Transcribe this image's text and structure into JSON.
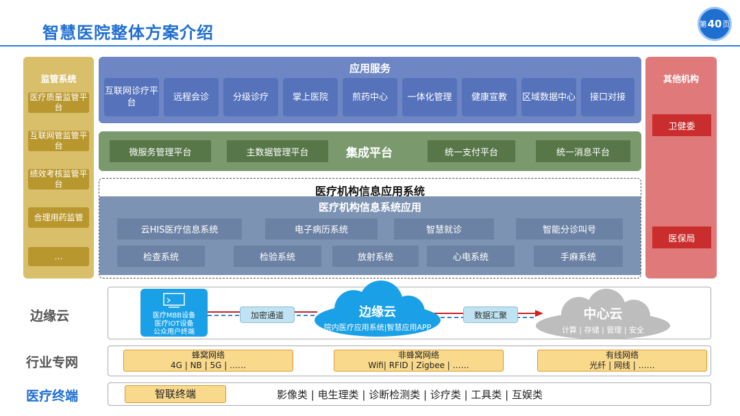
{
  "header": {
    "title": "智慧医院整体方案介绍",
    "page_prefix": "第",
    "page_number": "40",
    "page_suffix": "页"
  },
  "left_panel": {
    "title": "监管系统",
    "items": [
      "医疗质量监管平台",
      "互联网管监管平台",
      "绩效考核监管平台",
      "合理用药监管",
      "…"
    ]
  },
  "right_panel": {
    "title": "其他机构",
    "items": [
      "卫健委",
      "医保局"
    ]
  },
  "app_service": {
    "title": "应用服务",
    "items": [
      "互联网诊疗平台",
      "远程会诊",
      "分级诊疗",
      "掌上医院",
      "煎药中心",
      "一体化管理",
      "健康宣教",
      "区域数据中心",
      "接口对接"
    ]
  },
  "integration": {
    "title": "集成平台",
    "items": [
      "微服务管理平台",
      "主数据管理平台",
      "统一支付平台",
      "统一消息平台"
    ]
  },
  "medical_info": {
    "outer_title": "医疗机构信息应用系统",
    "inner_title": "医疗机构信息系统应用",
    "row1": [
      "云HIS医疗信息系统",
      "电子病历系统",
      "智慧就诊",
      "智能分诊叫号"
    ],
    "row2": [
      "检查系统",
      "检验系统",
      "放射系统",
      "心电系统",
      "手麻系统"
    ]
  },
  "edge_cloud_row": {
    "label": "边缘云",
    "device_lines": [
      "医疗MBB设备",
      "医疗IOT设备",
      "公众用户终端"
    ],
    "channel": "加密通道",
    "edge_title": "边缘云",
    "edge_subtitle": "院内医疗应用系统|智慧应用APP",
    "gather": "数据汇聚",
    "center_title": "中心云",
    "center_subtitle": "计算 | 存储 | 管理 | 安全"
  },
  "industry_net": {
    "label": "行业专网",
    "nets": [
      {
        "title": "蜂窝网络",
        "detail": "4G | NB | 5G | ……"
      },
      {
        "title": "非蜂窝网络",
        "detail": "Wifi| RFID | Zigbee | ……"
      },
      {
        "title": "有线网络",
        "detail": "光纤 | 网线 | ……"
      }
    ]
  },
  "terminal": {
    "label": "医疗终端",
    "smart": "智联终端",
    "types": "影像类 | 电生理类 | 诊断检测类 | 诊疗类 | 工具类 | 互娱类"
  },
  "colors": {
    "accent": "#1f6fd1",
    "gold": "#d9bf6a",
    "red": "#e07a7a",
    "app_blue": "#6e86c4",
    "green": "#7a9a6e"
  }
}
